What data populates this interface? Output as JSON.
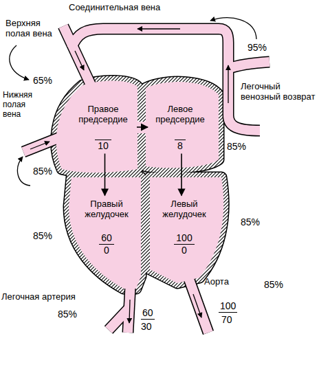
{
  "diagram": {
    "nodes": [
      {
        "text": [
          "Правое предсердие",
          "10"
        ]
      },
      {
        "text": [
          "Левое предсердие",
          "8"
        ]
      },
      {
        "text": [
          "Правый желудочек",
          "60",
          "0"
        ]
      },
      {
        "text": [
          "Левый желудочек",
          "100",
          "0"
        ]
      }
    ],
    "edges": [
      {
        "from": 0,
        "to": 1,
        "arrow": "to"
      },
      {
        "from": 0,
        "to": 2,
        "arrow": "to"
      },
      {
        "from": 1,
        "to": 3,
        "arrow": "to"
      }
    ],
    "labels": [
      "Соединительная вена",
      "Верхняя полая вена",
      "95%",
      "Легочный венозный возврат",
      "65%",
      "Нижняя полая вена",
      "85%",
      "85%",
      "85%",
      "85%",
      "Легочная артерия",
      "85%",
      "60",
      "30",
      "Аорта",
      "100",
      "70",
      "85%"
    ]
  }
}
